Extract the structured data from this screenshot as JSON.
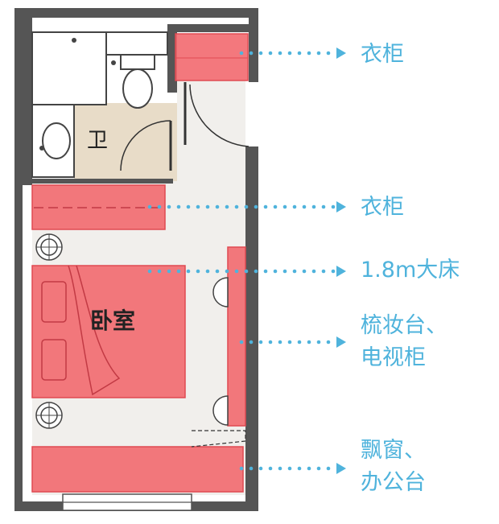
{
  "rooms": {
    "bathroom": "卫",
    "bedroom": "卧室"
  },
  "labels": {
    "wardrobe_top": "衣柜",
    "wardrobe_mid": "衣柜",
    "bed": "1.8m大床",
    "dresser_line1": "梳妆台、",
    "dresser_line2": "电视柜",
    "window_line1": "飘窗、",
    "window_line2": "办公台"
  },
  "colors": {
    "furniture": "#f2696f",
    "wall": "#555555",
    "floor": "#f1efec",
    "bathroom_floor": "#e8dcc8",
    "accent": "#4fb3dc"
  }
}
